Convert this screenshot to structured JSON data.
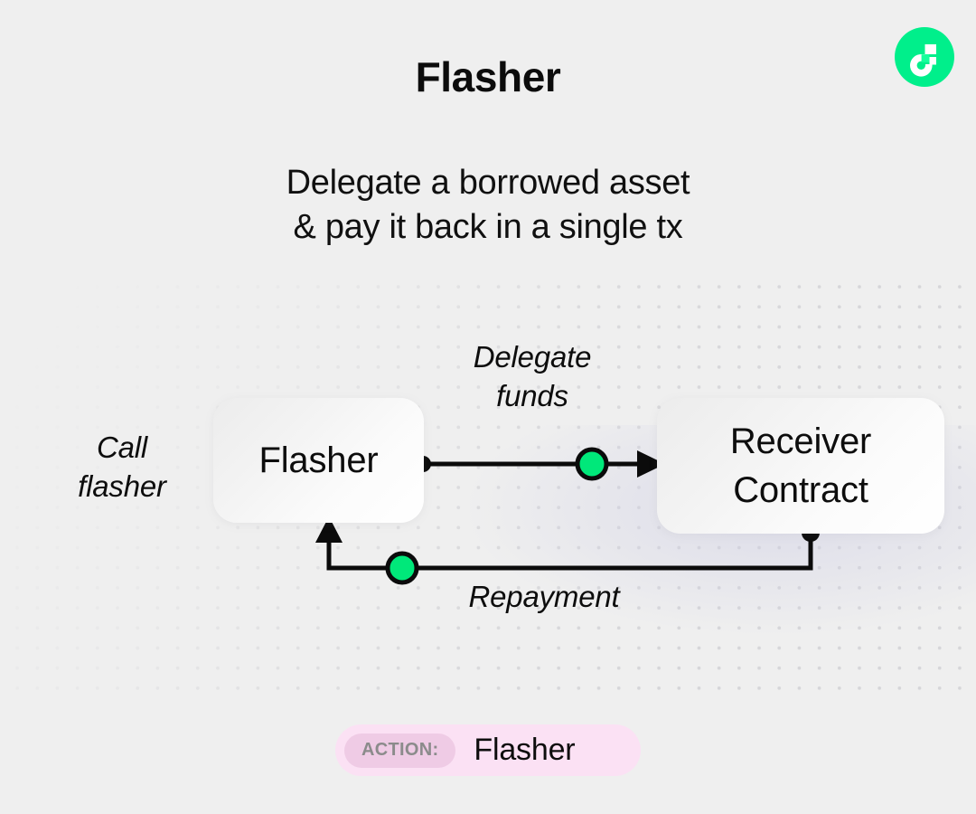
{
  "header": {
    "title": "Flasher",
    "subtitle_line1": "Delegate a borrowed asset",
    "subtitle_line2": "& pay it back in a single tx",
    "logo_name": "flow-logo-icon"
  },
  "diagram": {
    "nodes": [
      {
        "id": "flasher",
        "label": "Flasher"
      },
      {
        "id": "receiver",
        "label_line1": "Receiver",
        "label_line2": "Contract"
      }
    ],
    "edges": [
      {
        "id": "call-flasher",
        "label_line1": "Call",
        "label_line2": "flasher"
      },
      {
        "id": "delegate-funds",
        "label_line1": "Delegate",
        "label_line2": "funds"
      },
      {
        "id": "repayment",
        "label": "Repayment"
      }
    ]
  },
  "action": {
    "chip_label": "ACTION:",
    "value": "Flasher"
  },
  "colors": {
    "background": "#efefef",
    "brand_green": "#00ef8b",
    "node_green": "#00e87a",
    "stroke": "#0b0b0b",
    "badge_bg": "#fbe1f4",
    "chip_bg": "#efcbe5",
    "chip_text": "#8b8b8b",
    "dot_grid": "#d6d6d9"
  }
}
